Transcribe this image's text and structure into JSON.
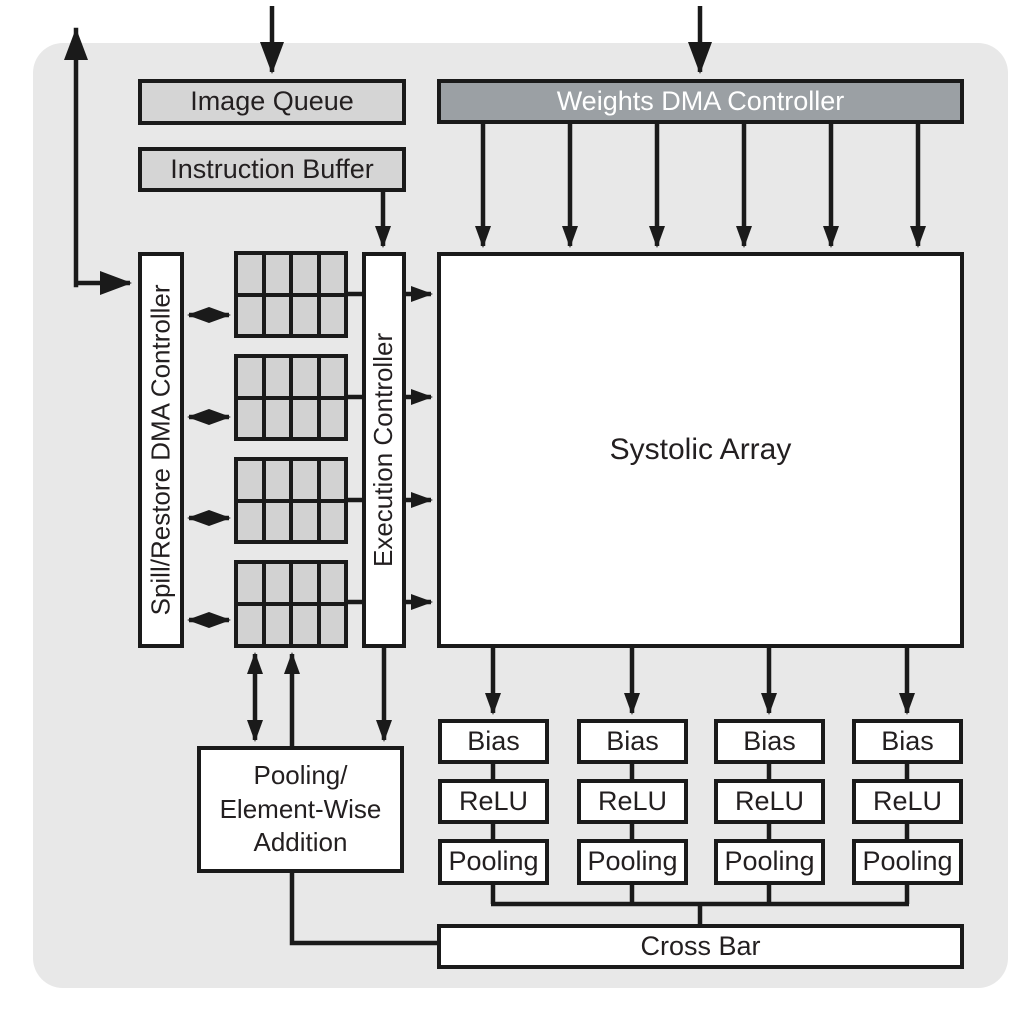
{
  "colors": {
    "canvas_bg": "#ffffff",
    "panel_bg": "#e8e8e8",
    "light_box_fill": "#d5d5d5",
    "dark_box_fill": "#9ba0a4",
    "white_box_fill": "#ffffff",
    "buffer_cell_fill": "#d2d2d2",
    "line_and_border": "#1a1a1a",
    "text_dark": "#231f20",
    "text_light": "#ffffff"
  },
  "nodes": {
    "image_queue": {
      "label": "Image Queue"
    },
    "instruction_buffer": {
      "label": "Instruction Buffer"
    },
    "weights_dma_controller": {
      "label": "Weights DMA Controller"
    },
    "spill_restore_dma_controller": {
      "label": "Spill/Restore DMA Controller"
    },
    "execution_controller": {
      "label": "Execution Controller"
    },
    "systolic_array": {
      "label": "Systolic Array"
    },
    "pooling_element_wise_addition": {
      "lines": [
        "Pooling/",
        "Element-Wise",
        "Addition"
      ]
    },
    "cross_bar": {
      "label": "Cross Bar"
    }
  },
  "output_pipelines": [
    {
      "stages": [
        "Bias",
        "ReLU",
        "Pooling"
      ]
    },
    {
      "stages": [
        "Bias",
        "ReLU",
        "Pooling"
      ]
    },
    {
      "stages": [
        "Bias",
        "ReLU",
        "Pooling"
      ]
    },
    {
      "stages": [
        "Bias",
        "ReLU",
        "Pooling"
      ]
    }
  ],
  "unified_buffer_banks": {
    "count": 4,
    "rows": 2,
    "columns": 4
  }
}
